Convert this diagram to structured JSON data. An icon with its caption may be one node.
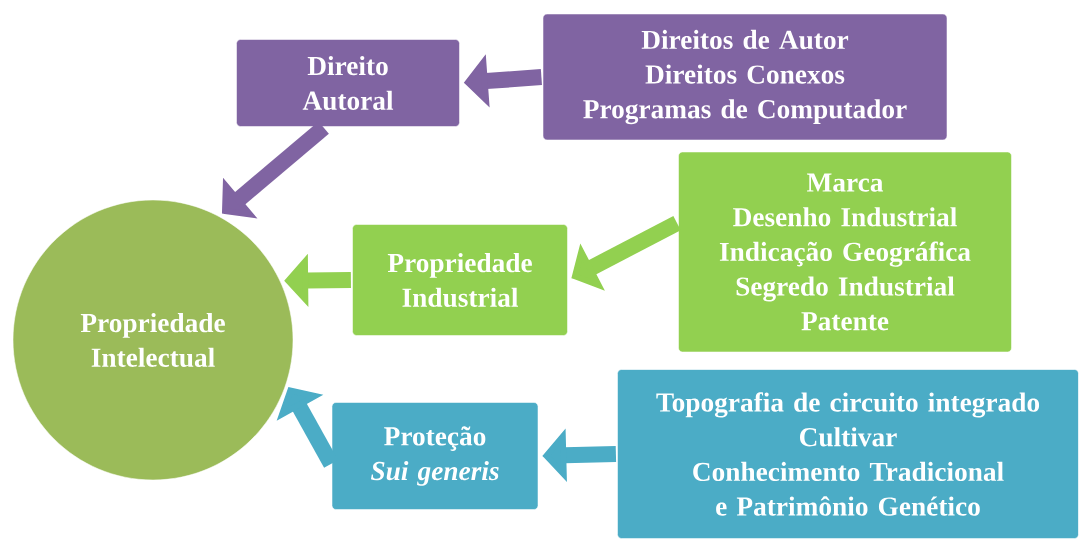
{
  "diagram": {
    "nodes": [
      {
        "text": [
          "Propriedade Intelectual"
        ]
      },
      {
        "text": [
          "Direito Autoral"
        ]
      },
      {
        "text": [
          "Direitos de Autor",
          "Direitos Conexos",
          "Programas de Computador"
        ]
      },
      {
        "text": [
          "Propriedade Industrial"
        ]
      },
      {
        "text": [
          "Marca",
          "Desenho Industrial",
          "Indicação Geográfica",
          "Segredo Industrial",
          "Patente"
        ]
      },
      {
        "text": [
          "Proteção *Sui generis*"
        ]
      },
      {
        "text": [
          "Topografia de circuito integrado",
          "Cultivar",
          "Conhecimento Tradicional e Patrimônio Genético"
        ]
      }
    ],
    "edges": [
      {
        "from": 2,
        "to": 1,
        "arrow": "to",
        "color": "#8064a2"
      },
      {
        "from": 1,
        "to": 0,
        "arrow": "to",
        "color": "#8064a2"
      },
      {
        "from": 4,
        "to": 3,
        "arrow": "to",
        "color": "#92d050"
      },
      {
        "from": 3,
        "to": 0,
        "arrow": "to",
        "color": "#92d050"
      },
      {
        "from": 6,
        "to": 5,
        "arrow": "to",
        "color": "#4bacc6"
      },
      {
        "from": 5,
        "to": 0,
        "arrow": "to",
        "color": "#4bacc6"
      }
    ]
  }
}
